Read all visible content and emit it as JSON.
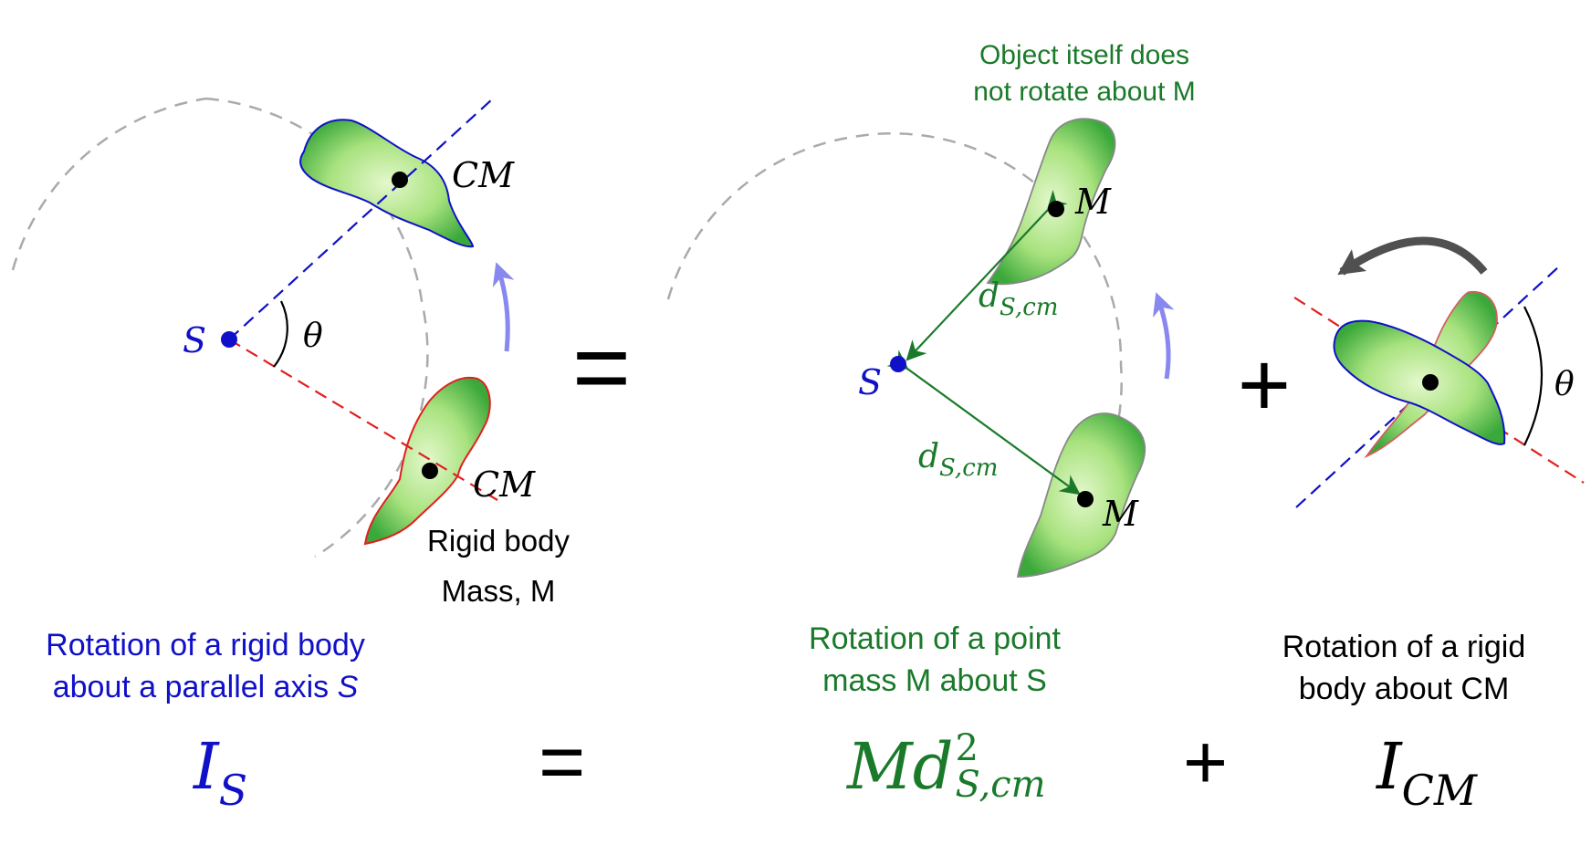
{
  "colors": {
    "blue": "#1010c8",
    "green": "#1a7a2a",
    "red": "#e02020",
    "gray": "#aaaaaa",
    "arrow_light": "#8888ee",
    "arrow_dark": "#505050",
    "fill_light": "#d8f5c0",
    "fill_dark": "#40b040"
  },
  "left_panel": {
    "axis_label": "S",
    "angle_label": "θ",
    "cm_top_label": "CM",
    "cm_bottom_label": "CM",
    "body_name": "Rigid body",
    "body_mass": "Mass, M"
  },
  "middle_panel": {
    "note_line1": "Object itself does",
    "note_line2": "not rotate about M",
    "axis_label": "S",
    "mass_top_label": "M",
    "mass_bottom_label": "M",
    "distance_label_d": "d",
    "distance_label_sub": "S,cm"
  },
  "right_panel": {
    "angle_label": "θ"
  },
  "operators": {
    "equals": "=",
    "plus": "+"
  },
  "captions": {
    "left_line1": "Rotation of a rigid body",
    "left_line2_text": "about a parallel axis ",
    "left_line2_symbol": "S",
    "middle_line1": "Rotation of a point",
    "middle_line2": "mass M about S",
    "right_line1": "Rotation of a rigid",
    "right_line2": "body about CM"
  },
  "equation": {
    "lhs_symbol": "I",
    "lhs_sub": "S",
    "equals": "=",
    "term1_M": "M",
    "term1_d": "d",
    "term1_sup": "2",
    "term1_sub": "S,cm",
    "plus": "+",
    "term2_symbol": "I",
    "term2_sub": "CM"
  }
}
